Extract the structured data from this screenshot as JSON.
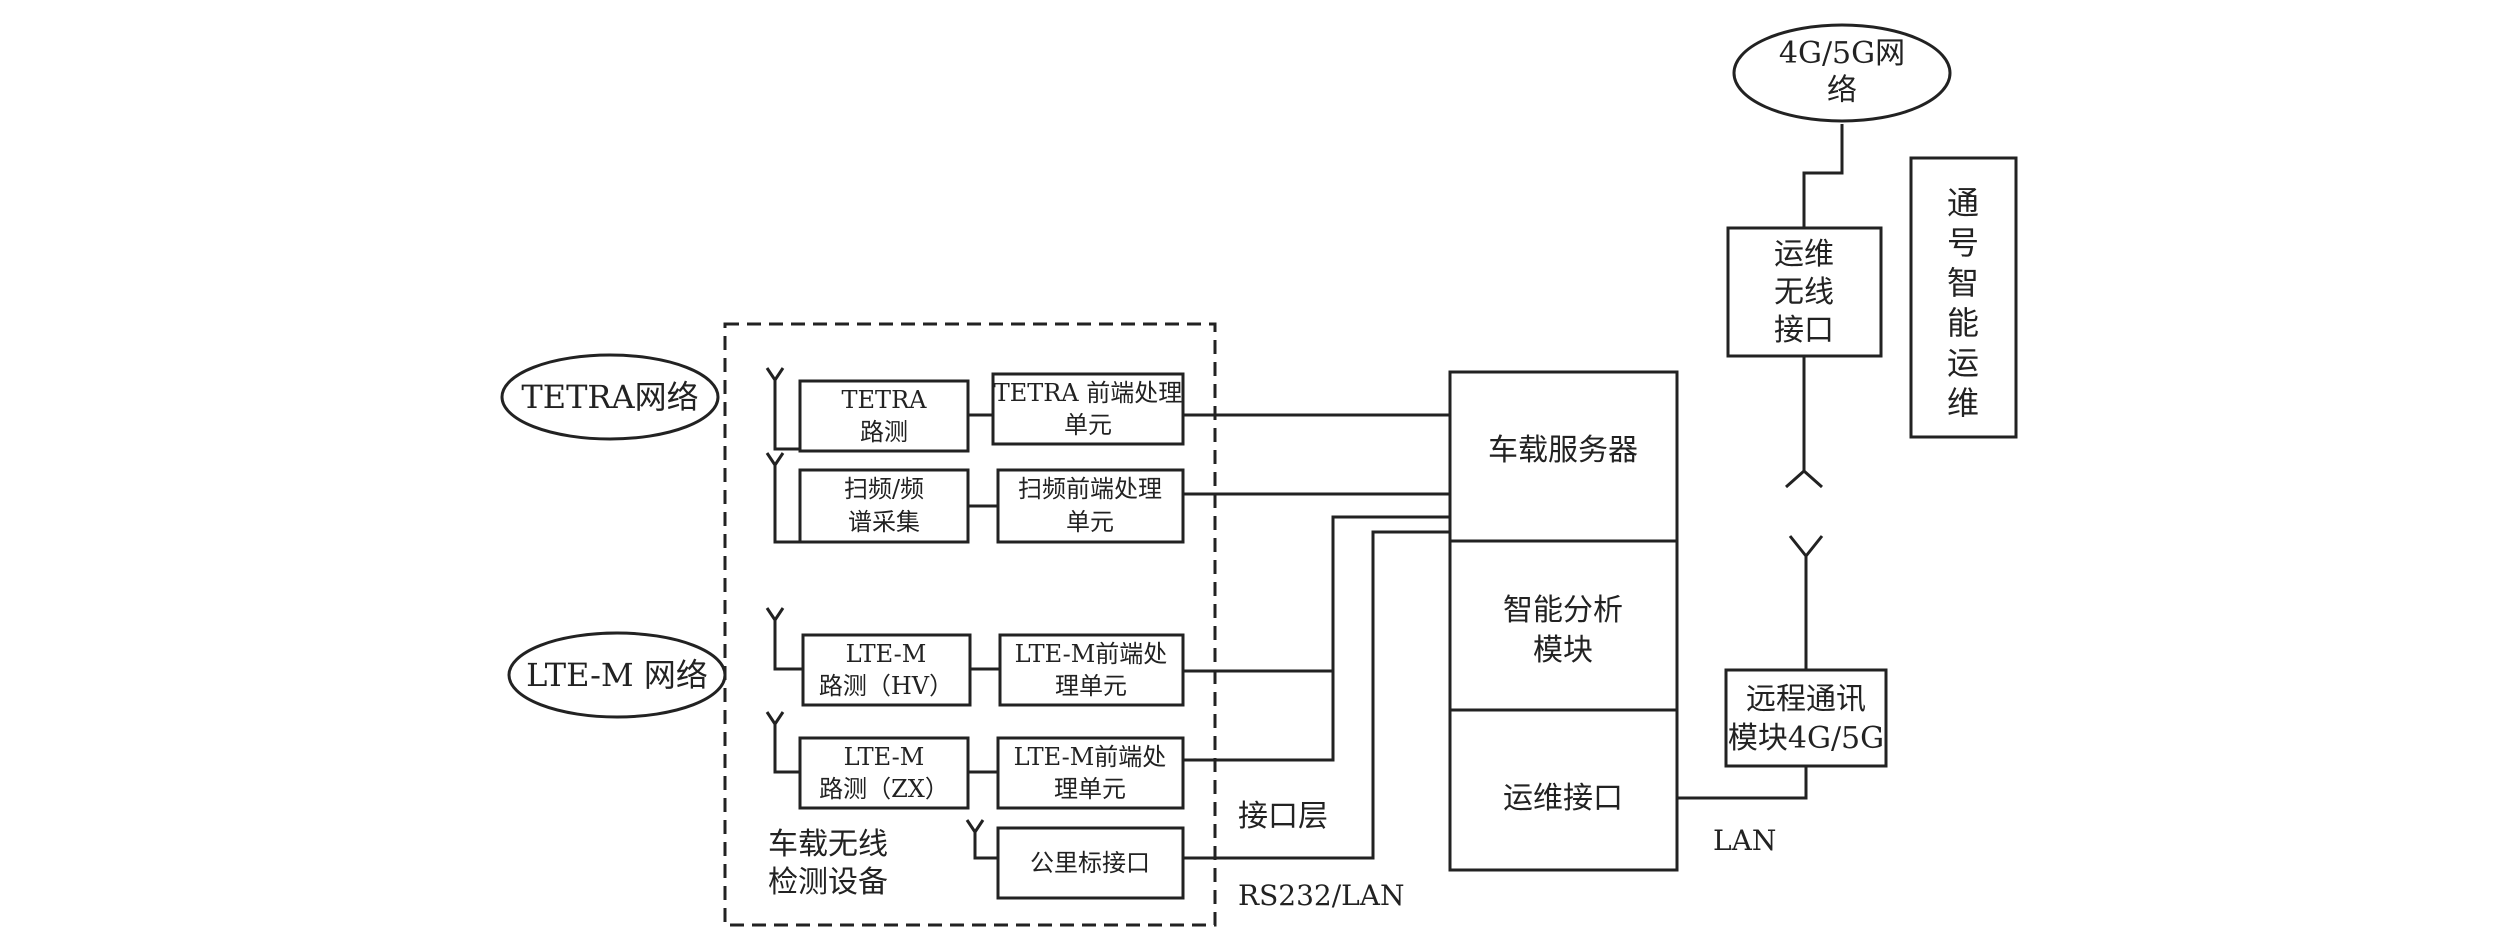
{
  "colors": {
    "line": "#222222",
    "background": "#ffffff"
  },
  "networks": {
    "tetra": "TETRA网络",
    "ltem": "LTE-M 网络",
    "g45": [
      "4G/5G网",
      "络"
    ]
  },
  "modules": {
    "tetra_test": [
      "TETRA",
      "路测"
    ],
    "tetra_fe": [
      "TETRA 前端处理",
      "单元"
    ],
    "scan": [
      "扫频/频",
      "谱采集"
    ],
    "scan_fe": [
      "扫频前端处理",
      "单元"
    ],
    "ltem_hv": [
      "LTE-M",
      "路测（HV）"
    ],
    "ltem_hv_fe": [
      "LTE-M前端处",
      "理单元"
    ],
    "ltem_zx": [
      "LTE-M",
      "路测（ZX）"
    ],
    "ltem_zx_fe": [
      "LTE-M前端处",
      "理单元"
    ],
    "milestone": "公里标接口"
  },
  "device_label": [
    "车载无线",
    "检测设备"
  ],
  "server": {
    "top": "车载服务器",
    "middle": [
      "智能分析",
      "模块"
    ],
    "bottom": "运维接口"
  },
  "interface_layer": "接口层",
  "rs232": "RS232/LAN",
  "lan": "LAN",
  "remote_comm": [
    "远程通讯",
    "模块4G/5G"
  ],
  "om_wireless": [
    "运维",
    "无线",
    "接口"
  ],
  "signal_om": [
    "通",
    "号",
    "智",
    "能",
    "运",
    "维"
  ]
}
